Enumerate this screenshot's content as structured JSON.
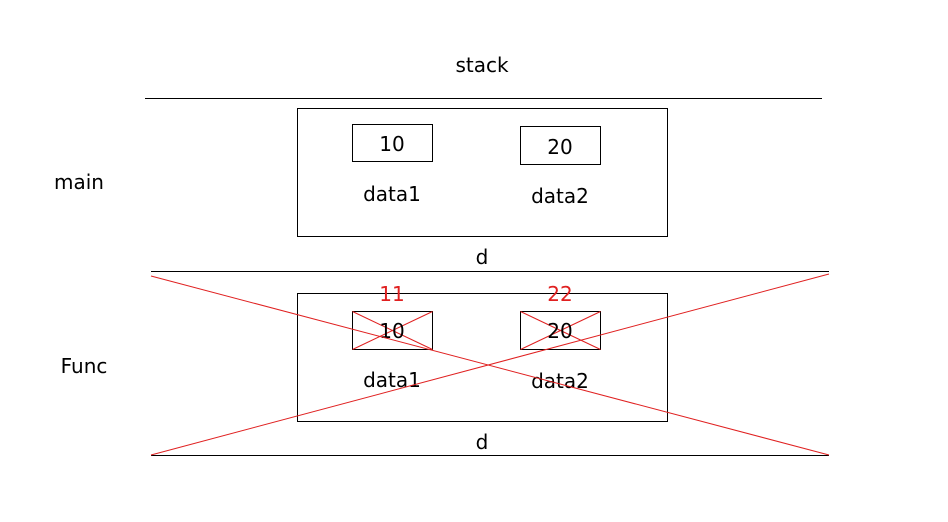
{
  "title": "stack",
  "frames": [
    {
      "name": "main",
      "struct_label": "d",
      "fields": [
        {
          "name": "data1",
          "value": "10"
        },
        {
          "name": "data2",
          "value": "20"
        }
      ],
      "crossed_out": false
    },
    {
      "name": "Func",
      "struct_label": "d",
      "fields": [
        {
          "name": "data1",
          "value": "10",
          "new_value": "11"
        },
        {
          "name": "data2",
          "value": "20",
          "new_value": "22"
        }
      ],
      "crossed_out": true
    }
  ],
  "colors": {
    "line": "#000000",
    "cross": "#e02020",
    "updated_value": "#e02020"
  }
}
